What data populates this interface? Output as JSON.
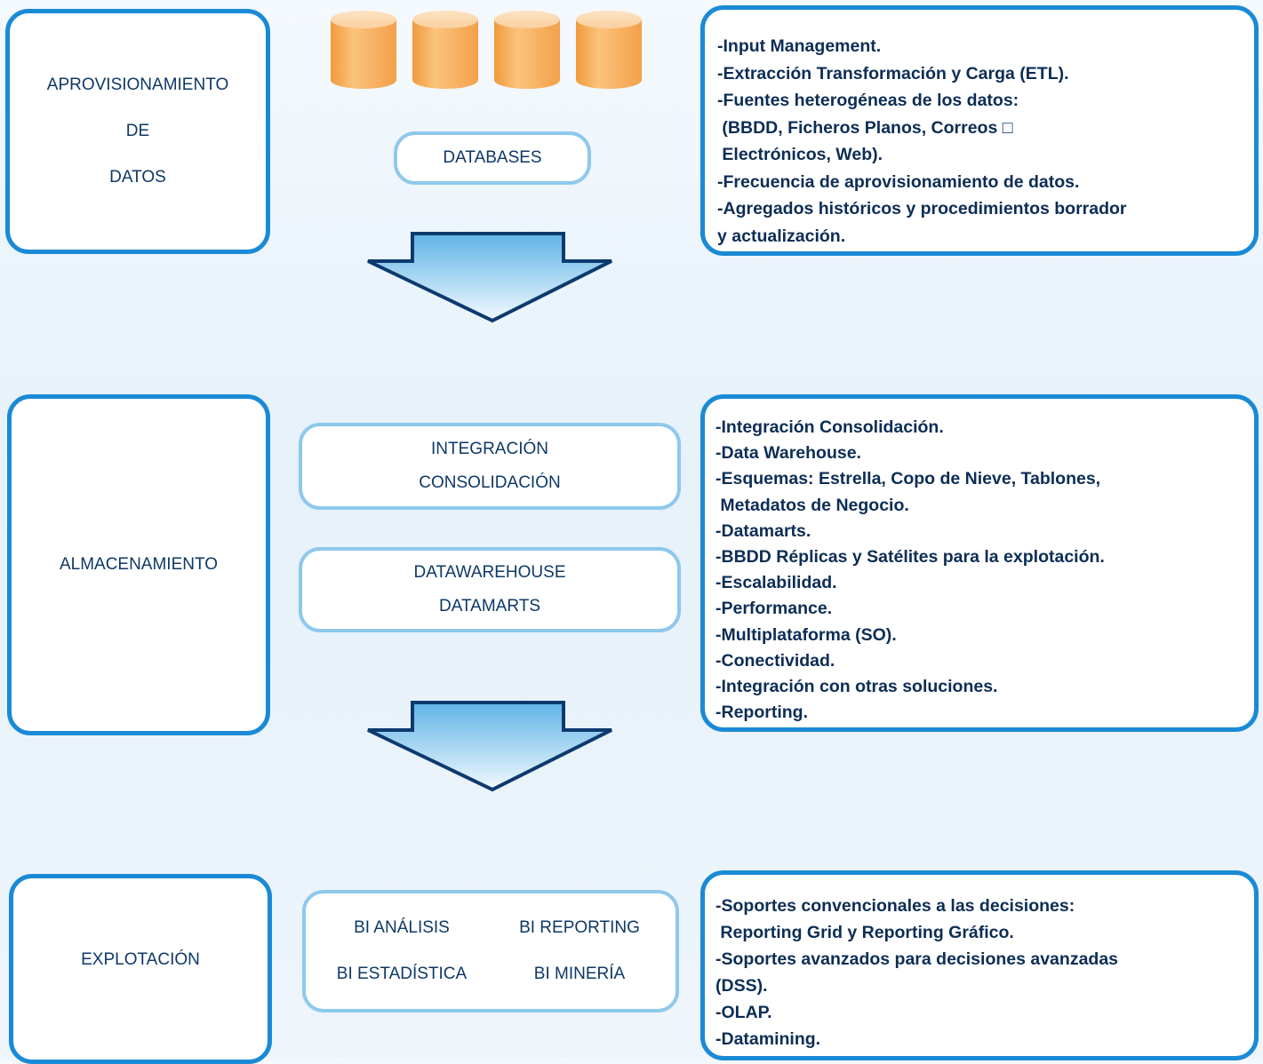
{
  "stages": [
    {
      "label_lines": [
        "APROVISIONAMIENTO",
        "DE",
        "DATOS"
      ],
      "center_labels": [
        "DATABASES"
      ],
      "bullets": [
        "-Input Management.",
        "-Extracción Transformación y Carga (ETL).",
        "-Fuentes heterogéneas de los datos:",
        " (BBDD, Ficheros Planos, Correos □",
        " Electrónicos, Web).",
        "-Frecuencia de aprovisionamiento de datos.",
        "-Agregados históricos y procedimientos borrador",
        "y actualización."
      ]
    },
    {
      "label_lines": [
        "ALMACENAMIENTO"
      ],
      "center_labels": [
        "INTEGRACIÓN",
        "CONSOLIDACIÓN",
        "DATAWAREHOUSE",
        "DATAMARTS"
      ],
      "bullets": [
        "-Integración Consolidación.",
        "-Data Warehouse.",
        "-Esquemas: Estrella, Copo de Nieve, Tablones,",
        " Metadatos de Negocio.",
        "-Datamarts.",
        "-BBDD Réplicas y Satélites para la explotación.",
        "-Escalabilidad.",
        "-Performance.",
        "-Multiplataforma (SO).",
        "-Conectividad.",
        "-Integración con otras soluciones.",
        "-Reporting."
      ]
    },
    {
      "label_lines": [
        "EXPLOTACIÓN"
      ],
      "center_labels": [
        "BI ANÁLISIS",
        "BI REPORTING",
        "BI ESTADÍSTICA",
        "BI MINERÍA"
      ],
      "bullets": [
        "-Soportes convencionales a las decisiones:",
        " Reporting Grid y Reporting Gráfico.",
        "-Soportes avanzados para decisiones avanzadas",
        "(DSS).",
        "-OLAP.",
        "-Datamining."
      ]
    }
  ],
  "colors": {
    "outer_border": "#1a8ad6",
    "inner_border": "#8ec8ec",
    "text": "#0c2d55",
    "cylinder": "#f6a94e",
    "arrow_fill": "#7cc2ea",
    "arrow_stroke": "#0d3a6e"
  }
}
